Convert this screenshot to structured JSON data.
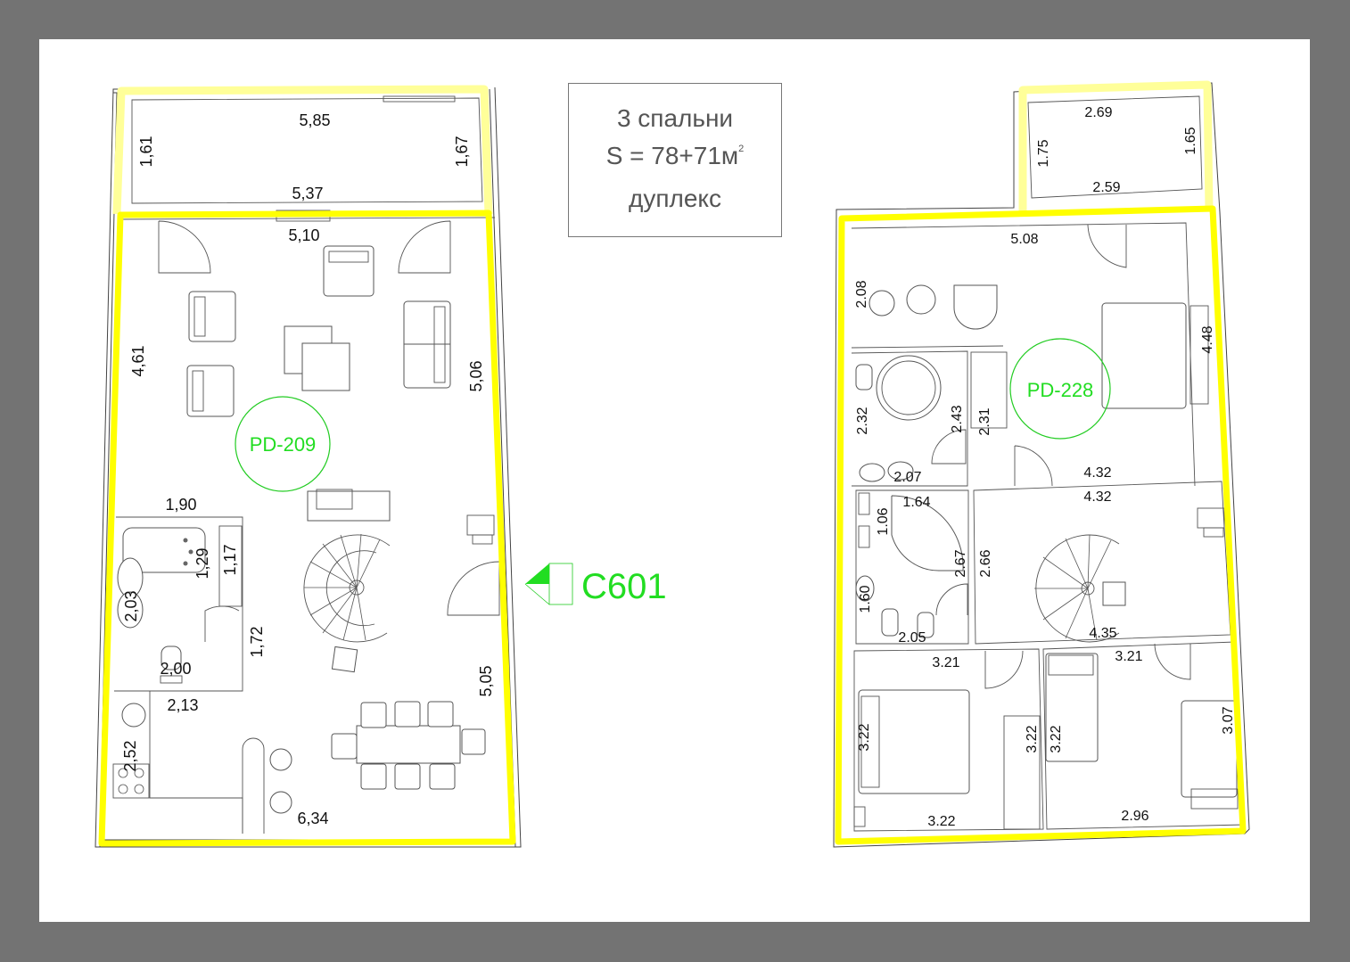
{
  "info": {
    "bedrooms": "3 спальни",
    "area_prefix": "S = 78+71м",
    "area_sup": "2",
    "type": "дуплекс"
  },
  "section_marker": {
    "label": "C601",
    "color": "#22dd22"
  },
  "colors": {
    "frame": "#737373",
    "outline": "#ffff00",
    "outline_pale": "#ffff99",
    "tag": "#22dd22"
  },
  "left_plan": {
    "tag": "PD-209",
    "dims": {
      "balcony_top": "5,85",
      "balcony_left": "1,61",
      "balcony_right": "1,67",
      "balcony_bottom": "5,37",
      "living_top": "5,10",
      "living_left": "4,61",
      "living_right": "5,06",
      "bath_top": "1,90",
      "bath_tub": "1,29",
      "bath_closet": "1,17",
      "bath_left": "2,03",
      "bath_bottom": "2,00",
      "bath_right": "1,72",
      "kitchen_top": "2,13",
      "kitchen_left": "2,52",
      "dining_right": "5,05",
      "bottom": "6,34"
    }
  },
  "right_plan": {
    "tag": "PD-228",
    "dims": {
      "balcony_top": "2.69",
      "balcony_left": "1.75",
      "balcony_right": "1.65",
      "balcony_bottom": "2.59",
      "master_top": "5.08",
      "dressing_left": "2.08",
      "master_right": "4.48",
      "bath1_left": "2.32",
      "bath1_mid": "2.43",
      "wardrobe": "2.31",
      "bath1_bottom": "2.07",
      "master_bottom": "4.32",
      "hall_top": "4.32",
      "bath2_top": "1.64",
      "bath2_left": "1.06",
      "bath2_mid": "2.67",
      "hall_left": "2.66",
      "bath2_wc": "1.60",
      "bath2_bottom": "2.05",
      "hall_bottom": "4.35",
      "bed2_top": "3.21",
      "bed2_left": "3.22",
      "bed2_right": "3.22",
      "bed2_bottom": "3.22",
      "bed3_top": "3.21",
      "bed3_left": "3.22",
      "bed3_right": "3.07",
      "bed3_bottom": "2.96"
    }
  }
}
